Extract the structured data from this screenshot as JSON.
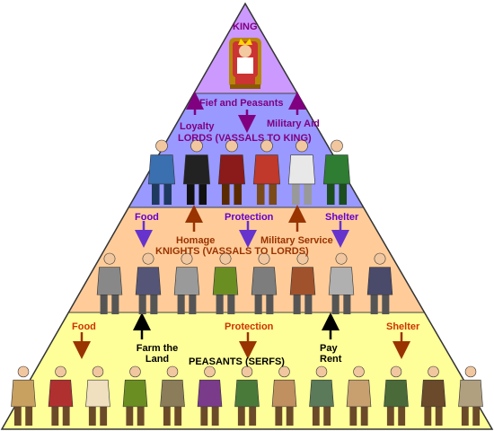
{
  "tiers": {
    "king": {
      "title": "KING",
      "color": "#cc99ff",
      "text_color": "#800080"
    },
    "lords": {
      "title": "LORDS (VASSALS TO KING)",
      "color": "#9999ff",
      "text_color": "#800080",
      "up_labels": [
        "Loyalty",
        "Military Aid"
      ],
      "down_label": "Fief and Peasants"
    },
    "knights": {
      "title": "KNIGHTS (VASSALS TO LORDS)",
      "color": "#ffcc99",
      "text_color": "#993300",
      "down_labels": [
        "Food",
        "Protection",
        "Shelter"
      ],
      "up_labels": [
        "Homage",
        "Military Service"
      ]
    },
    "peasants": {
      "title": "PEASANTS (SERFS)",
      "color": "#ffff99",
      "text_color": "#000000",
      "down_labels": [
        "Food",
        "Protection",
        "Shelter"
      ],
      "up_labels": [
        "Farm the\nLand",
        "Pay\nRent"
      ]
    }
  },
  "colors": {
    "purple_arrow": "#800080",
    "indigo_arrow": "#6633cc",
    "brown_arrow": "#993300",
    "black_arrow": "#000000",
    "protection_text": "#6600cc",
    "red_text": "#cc3300"
  },
  "figures": {
    "lords": 6,
    "knights": 8,
    "peasants": 13
  }
}
